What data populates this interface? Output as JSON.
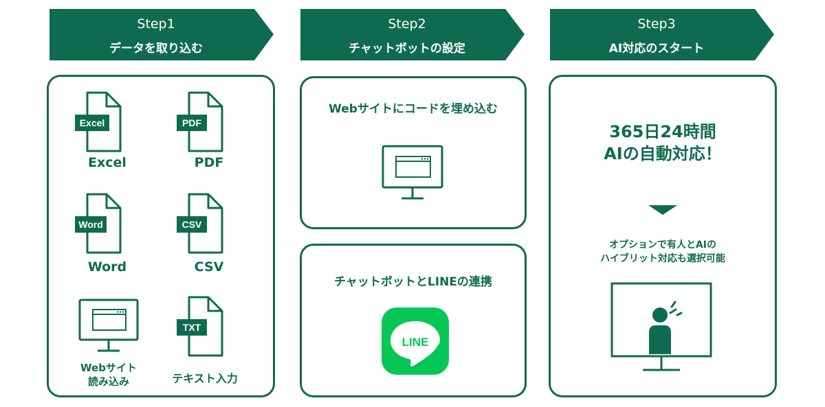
{
  "colors": {
    "primary": "#0f6b4f",
    "line_green": "#06c755",
    "white": "#ffffff"
  },
  "steps": [
    {
      "num": "Step1",
      "title": "データを取り込む"
    },
    {
      "num": "Step2",
      "title": "チャットボットの設定"
    },
    {
      "num": "Step3",
      "title": "AI対応のスタート"
    }
  ],
  "step1": {
    "files": [
      {
        "badge": "Excel",
        "label": "Excel",
        "icon": "excel-file-icon"
      },
      {
        "badge": "PDF",
        "label": "PDF",
        "icon": "pdf-file-icon"
      },
      {
        "badge": "Word",
        "label": "Word",
        "icon": "word-file-icon"
      },
      {
        "badge": "CSV",
        "label": "CSV",
        "icon": "csv-file-icon"
      },
      {
        "badge": "TXT",
        "label": "テキスト入力",
        "icon": "txt-file-icon"
      }
    ],
    "website_label": "Webサイト\n読み込み",
    "website_icon": "monitor-browser-icon"
  },
  "step2": {
    "embed_title": "Webサイトにコードを埋め込む",
    "embed_icon": "monitor-browser-icon",
    "line_title": "チャットボットとLINEの連携",
    "line_logo_text": "LINE",
    "line_icon": "line-logo-icon"
  },
  "step3": {
    "headline": "365日24時間\nAIの自動対応！",
    "arrow_icon": "down-triangle-icon",
    "option_text": "オプションで有人とAIの\nハイブリット対応も選択可能",
    "operator_icon": "monitor-operator-icon"
  }
}
